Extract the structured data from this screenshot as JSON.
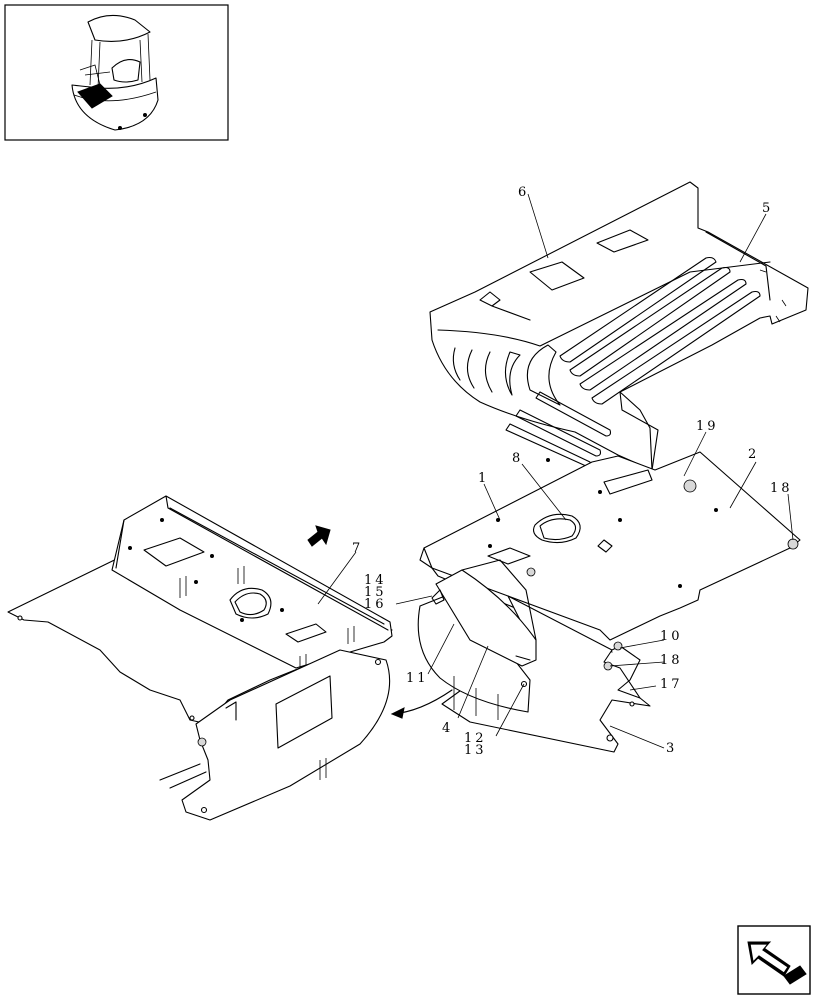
{
  "callouts": [
    {
      "id": "1",
      "label": "1"
    },
    {
      "id": "2",
      "label": "2"
    },
    {
      "id": "3",
      "label": "3"
    },
    {
      "id": "4",
      "label": "4"
    },
    {
      "id": "5",
      "label": "5"
    },
    {
      "id": "6",
      "label": "6"
    },
    {
      "id": "7",
      "label": "7"
    },
    {
      "id": "8",
      "label": "8"
    },
    {
      "id": "10",
      "label": "10"
    },
    {
      "id": "11",
      "label": "11"
    },
    {
      "id": "12",
      "label": "12"
    },
    {
      "id": "13",
      "label": "13"
    },
    {
      "id": "14",
      "label": "14"
    },
    {
      "id": "15",
      "label": "15"
    },
    {
      "id": "16",
      "label": "16"
    },
    {
      "id": "17",
      "label": "17"
    },
    {
      "id": "18a",
      "label": "18"
    },
    {
      "id": "18b",
      "label": "18"
    },
    {
      "id": "19",
      "label": "19"
    }
  ],
  "icons": {
    "thumbnail": "machine-locator-thumbnail",
    "nav": "next-page-arrow-icon",
    "view_arrow": "view-direction-arrow-icon"
  }
}
